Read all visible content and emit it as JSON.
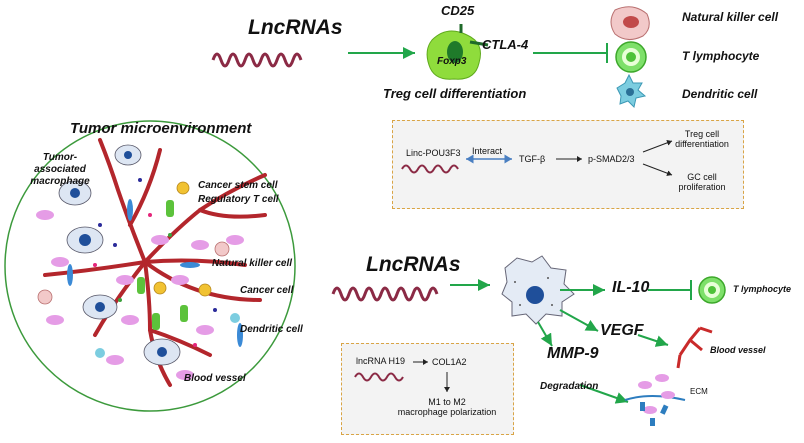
{
  "top": {
    "lncrnas": "LncRNAs",
    "cd25": "CD25",
    "ctla4": "CTLA-4",
    "foxp3": "Foxp3",
    "treg_diff": "Treg cell differentiation",
    "nk_cell": "Natural killer cell",
    "t_lymph": "T lymphocyte",
    "dendritic": "Dendritic cell"
  },
  "top_box": {
    "linc": "Linc-POU3F3",
    "interact": "Interact",
    "tgf": "TGF-β",
    "psmad": "p-SMAD2/3",
    "treg_line1": "Treg cell",
    "treg_line2": "differentiation",
    "gc_line1": "GC cell",
    "gc_line2": "proliferation"
  },
  "tme": {
    "title": "Tumor  microenvironment",
    "tam_line1": "Tumor-",
    "tam_line2": "associated",
    "tam_line3": "macrophage",
    "cancer_stem": "Cancer stem cell",
    "reg_t": "Regulatory T cell",
    "nk": "Natural killer cell",
    "cancer": "Cancer cell",
    "dendritic": "Dendritic cell",
    "blood_vessel": "Blood vessel"
  },
  "bottom": {
    "lncrnas": "LncRNAs",
    "il10": "IL-10",
    "t_lymph": "T lymphocyte",
    "vegf": "VEGF",
    "blood_vessel": "Blood vessel",
    "mmp9": "MMP-9",
    "degradation": "Degradation",
    "ecm": "ECM"
  },
  "bottom_box": {
    "h19": "lncRNA H19",
    "col": "COL1A2",
    "m1_line1": "M1 to M2",
    "m1_line2": "macrophage polarization"
  },
  "colors": {
    "arrow": "#22a64a",
    "rna": "#8b2a45",
    "vessel": "#b3262c",
    "box_border": "#d9a445"
  }
}
